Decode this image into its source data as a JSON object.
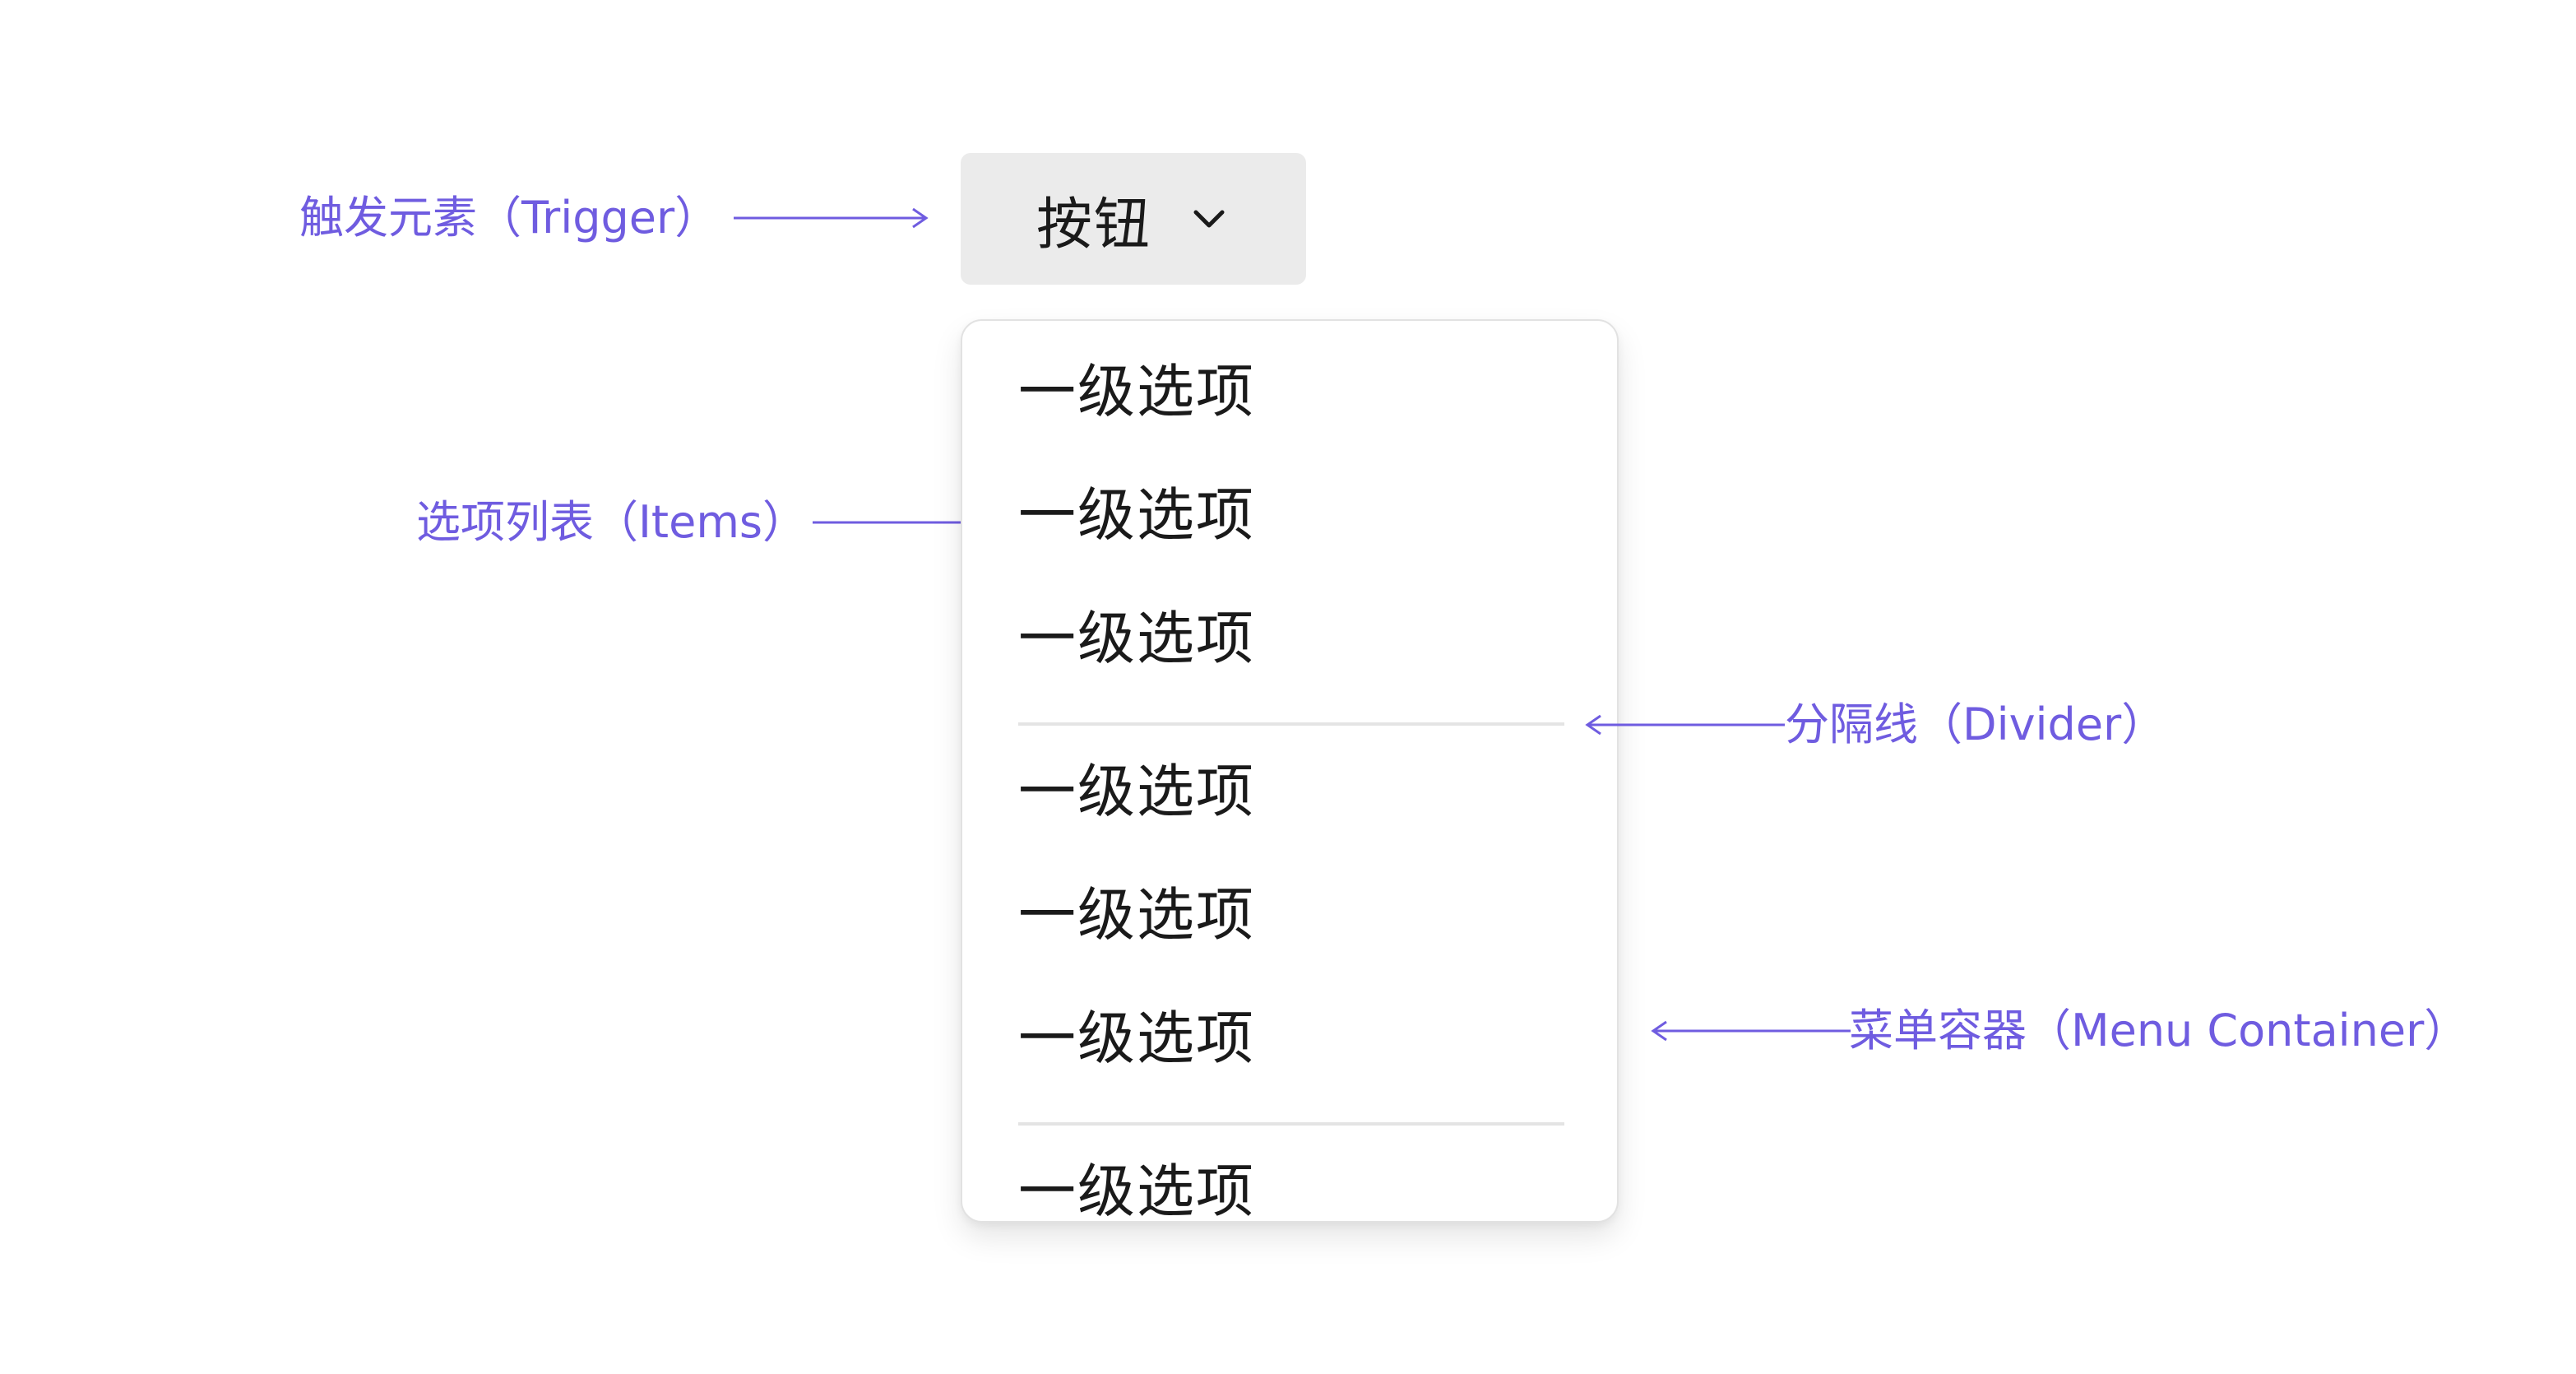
{
  "trigger": {
    "label": "按钮",
    "icon": "chevron-down-icon"
  },
  "menu": {
    "items": [
      "一级选项",
      "一级选项",
      "一级选项",
      "一级选项",
      "一级选项",
      "一级选项",
      "一级选项"
    ]
  },
  "annotations": {
    "trigger": "触发元素（Trigger）",
    "items": "选项列表（Items）",
    "divider": "分隔线（Divider）",
    "container": "菜单容器（Menu Container）"
  },
  "colors": {
    "annotation": "#6f5ce0",
    "trigger_bg": "#ebebeb",
    "menu_bg": "#ffffff",
    "divider": "#e4e4e4",
    "text": "#1a1a1a"
  }
}
